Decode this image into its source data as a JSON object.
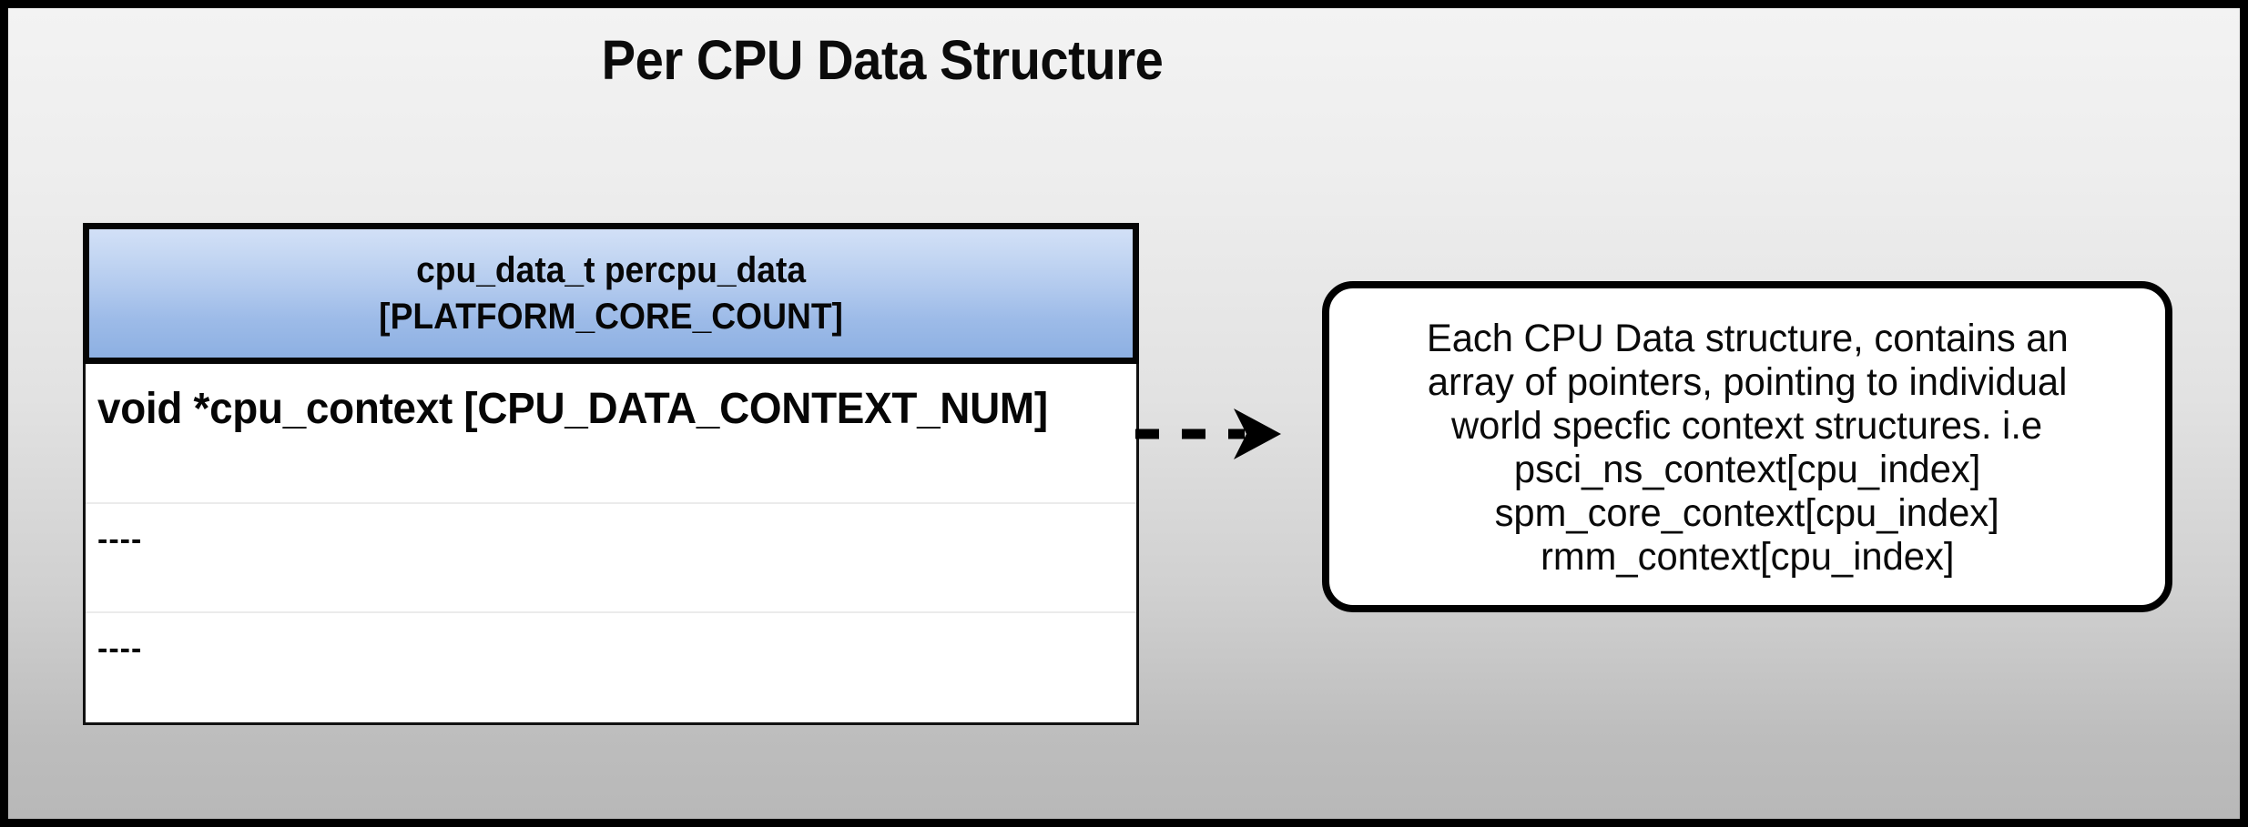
{
  "diagram": {
    "title": "Per CPU Data Structure",
    "background": {
      "gradient_from": "#f3f3f3",
      "gradient_to": "#b8b8b8",
      "border_color": "#000000"
    },
    "struct_table": {
      "header_lines": [
        "cpu_data_t percpu_data",
        "[PLATFORM_CORE_COUNT]"
      ],
      "header_gradient_from": "#d2e0f7",
      "header_gradient_to": "#8db0e2",
      "rows": [
        {
          "text": "void *cpu_context [CPU_DATA_CONTEXT_NUM]"
        },
        {
          "text": "----"
        },
        {
          "text": "----"
        }
      ]
    },
    "connector": {
      "style": "dashed-arrow",
      "direction": "right",
      "color": "#000000",
      "dash_count": 3
    },
    "callout": {
      "lines": [
        "Each CPU Data structure, contains an",
        "array of pointers, pointing to individual",
        "world specfic context structures. i.e",
        "psci_ns_context[cpu_index]",
        "spm_core_context[cpu_index]",
        "rmm_context[cpu_index]"
      ],
      "border_color": "#000000",
      "fill_color": "#ffffff"
    }
  }
}
